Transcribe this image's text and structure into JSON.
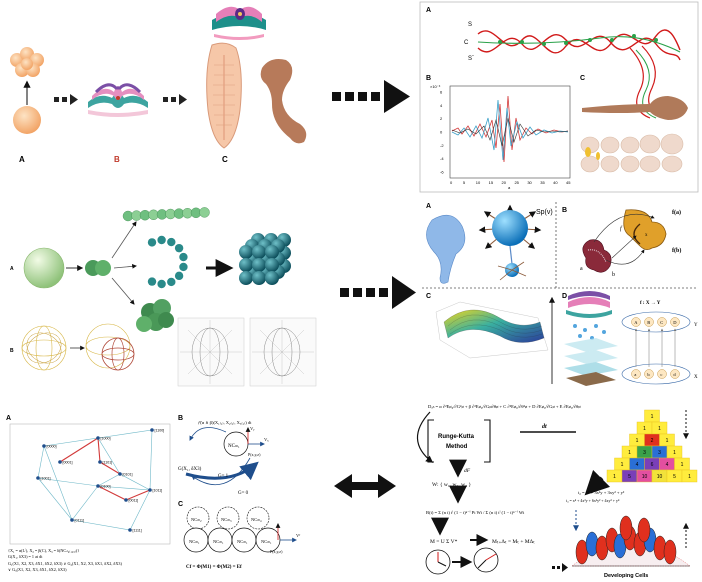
{
  "row1": {
    "labels": {
      "a": "A",
      "b": "B",
      "c": "C"
    },
    "panel_labels": {
      "a": "A",
      "b": "B",
      "c": "C"
    },
    "y_axis": {
      "exponent": "×10⁻³",
      "ticks": [
        "6",
        "4",
        "2",
        "0",
        "-2",
        "-4",
        "-6"
      ]
    },
    "x_axis": {
      "ticks": [
        "0",
        "5",
        "10",
        "15",
        "20",
        "25",
        "30",
        "35",
        "40",
        "45"
      ],
      "label": "a"
    },
    "helix_labels": {
      "s_top": "S",
      "c": "C",
      "s_bottom": "Sˉ"
    }
  },
  "row2": {
    "labels": {
      "a": "A",
      "b": "B"
    },
    "panel_labels": {
      "a": "A",
      "b": "B",
      "c": "C",
      "d": "D"
    },
    "sp_label": "Sp(v)",
    "map_labels": {
      "fa": "f(a)",
      "fb": "f(b)",
      "f": "f",
      "a": "a",
      "b": "b",
      "x": "x"
    },
    "functor": {
      "title": "f : X → Y",
      "top": [
        "A",
        "B",
        "C",
        "D"
      ],
      "bottom": [
        "a",
        "b",
        "c",
        "d"
      ],
      "y": "Y",
      "x": "X"
    }
  },
  "row3": {
    "panel_labels": {
      "a": "A",
      "b": "B",
      "c": "C"
    },
    "graph_nodes": [
      "[0000]",
      "[1000]",
      "[1100]",
      "[0001]",
      "[1101]",
      "[0101]",
      "[1001]",
      "[0100]",
      "[1011]",
      "[0011]",
      "[0111]",
      "[1111]"
    ],
    "formulas_left": [
      "{X₁ = α(Lⁱ), X₂ = β(C), X₃ = δ(NCₙ₄₍₁₂₃₎)}",
      "G(X₁, δX3) = 1 at dt",
      "G₁(X1, X2, X3, δX1, δX2, δX3) ∨ G₂(X1, X2, X3, δX1, δX2, δX3)",
      "∨ G₃(X1, X2, X3, δX1, δX2, δX3)"
    ],
    "b_top": "ƒ̃(α ∧ β)(X₁₍₁₎, X₂₍₁₎, X₃₍₁₎) dt",
    "g_labels": {
      "g": "G(X₁, δX3)",
      "g1": "G= 1",
      "g0": "G= 0"
    },
    "nc": {
      "nc1": "NCₘ₁",
      "nc2": "NCₘ₂",
      "nc3": "NCₘ₃",
      "nc4": "NCₘ₄"
    },
    "vec": {
      "vy": "Vₓ",
      "vx": "Vᵧ",
      "vz": "Vᶠ",
      "p": "P(x,y,z)"
    },
    "cf": "Cf = Φ(M1) = Φ(M2) = Ef",
    "eq_top": "Dₐₙ = α ∂²Eø₀/∂G²ø + β ∂²Eø₀/∂Gø∂θø + C ∂²Eø₀/∂θ²ø + D ∂Eø₀/∂Gø + E ∂Eø₀/∂θø",
    "rk": [
      "Runge-Kutta",
      "Method"
    ],
    "dt": "dt",
    "df": "dF",
    "w": "W: { w₁, w₂, w₃ }",
    "bt": "B(t) = Σ (n i) tⁱ (1 − t)ⁿ⁻ⁱ Pi Wi / Σ (n i) tⁱ (1 − t)ⁿ⁻ⁱ Wi",
    "m": "M = U Σ V*",
    "mt": "Mₜ₊Δₜ = Mₜ + MΔₜ",
    "t_eqs": [
      "t₂ = x³ + 3x²y + 3xy² + y³",
      "t₃ = x⁴ + 4x³y + 6x²y² + 4xy³ + y⁴"
    ],
    "pascal": [
      [
        "1"
      ],
      [
        "1",
        "1"
      ],
      [
        "1",
        "2",
        "1"
      ],
      [
        "1",
        "3",
        "3",
        "1"
      ],
      [
        "1",
        "4",
        "6",
        "4",
        "1"
      ],
      [
        "1",
        "5",
        "10",
        "10",
        "5",
        "1"
      ]
    ],
    "caption": "Developing Cells"
  },
  "colors": {
    "accent": "#e0301e",
    "teal": "#1a6f7a",
    "blue": "#2a8fd6",
    "helix_green": "#2aa24a"
  }
}
